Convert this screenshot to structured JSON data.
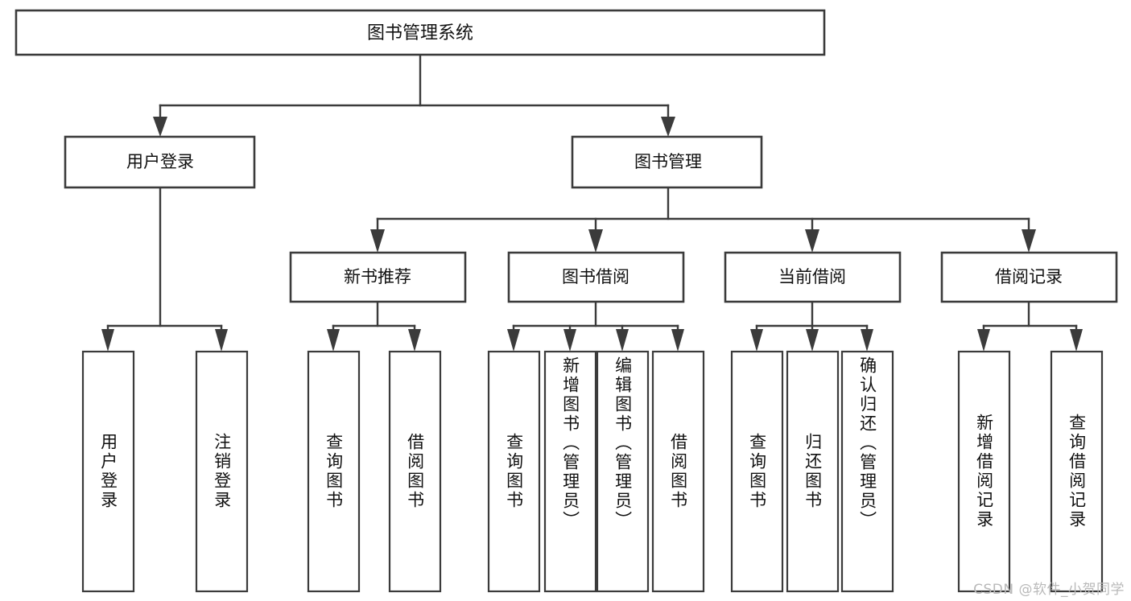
{
  "diagram": {
    "type": "tree",
    "title_node": {
      "label": "图书管理系统"
    },
    "level2": [
      {
        "id": "user-login",
        "label": "用户登录"
      },
      {
        "id": "book-manage",
        "label": "图书管理"
      }
    ],
    "level3": [
      {
        "id": "new-book-recommend",
        "label": "新书推荐"
      },
      {
        "id": "book-borrow",
        "label": "图书借阅"
      },
      {
        "id": "current-borrow",
        "label": "当前借阅"
      },
      {
        "id": "borrow-record",
        "label": "借阅记录"
      }
    ],
    "leaves": [
      {
        "id": "leaf-user-login",
        "label": "用户登录",
        "align": "center"
      },
      {
        "id": "leaf-logout-login",
        "label": "注销登录",
        "align": "center"
      },
      {
        "id": "leaf-query-book-1",
        "label": "查询图书",
        "align": "center"
      },
      {
        "id": "leaf-borrow-book-1",
        "label": "借阅图书",
        "align": "center"
      },
      {
        "id": "leaf-query-book-2",
        "label": "查询图书",
        "align": "center"
      },
      {
        "id": "leaf-add-book-admin",
        "label": "新增图书（管理员）",
        "align": "top"
      },
      {
        "id": "leaf-edit-book-admin",
        "label": "编辑图书（管理员）",
        "align": "top"
      },
      {
        "id": "leaf-borrow-book-2",
        "label": "借阅图书",
        "align": "center"
      },
      {
        "id": "leaf-query-book-3",
        "label": "查询图书",
        "align": "center"
      },
      {
        "id": "leaf-return-book",
        "label": "归还图书",
        "align": "center"
      },
      {
        "id": "leaf-confirm-return-admin",
        "label": "确认归还（管理员）",
        "align": "top"
      },
      {
        "id": "leaf-add-borrow-record",
        "label": "新增借阅记录",
        "align": "center"
      },
      {
        "id": "leaf-query-borrow-record",
        "label": "查询借阅记录",
        "align": "center"
      }
    ],
    "colors": {
      "stroke": "#3b3b3b",
      "fill": "#ffffff",
      "text": "#111111",
      "watermark": "#b9b9b9"
    }
  },
  "watermark": {
    "text": "CSDN @软件_小贺同学"
  }
}
